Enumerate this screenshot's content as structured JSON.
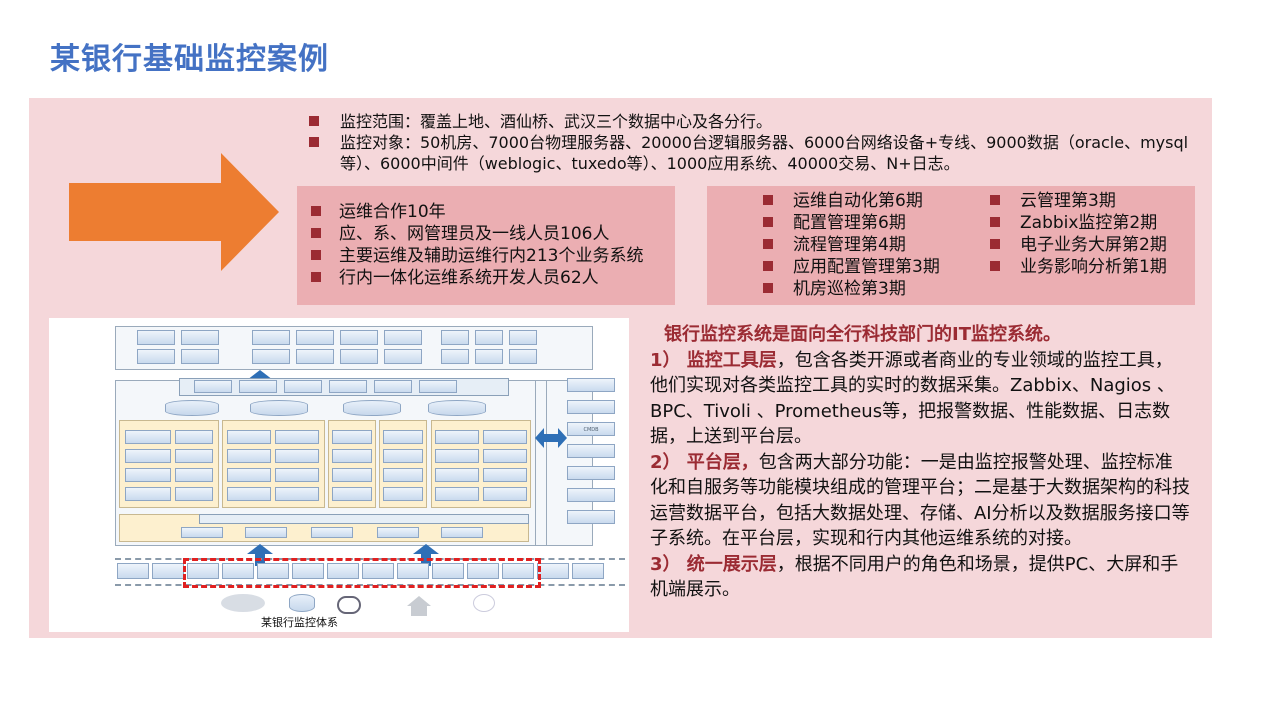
{
  "title": "某银行基础监控案例",
  "colors": {
    "title": "#4472c4",
    "panel_bg": "#f5d7da",
    "box_bg": "#ebaeb2",
    "arrow": "#ed7d31",
    "bullet": "#9b2b33",
    "highlight": "#9b2b33"
  },
  "top_list": [
    "监控范围：覆盖上地、酒仙桥、武汉三个数据中心及各分行。",
    "监控对象：50机房、7000台物理服务器、20000台逻辑服务器、6000台网络设备+专线、9000数据（oracle、mysql等）、6000中间件（weblogic、tuxedo等）、1000应用系统、40000交易、N+日志。"
  ],
  "box_left": [
    "运维合作10年",
    "应、系、网管理员及一线人员106人",
    "主要运维及辅助运维行内213个业务系统",
    "行内一体化运维系统开发人员62人"
  ],
  "box_right": {
    "col1": [
      "运维自动化第6期",
      "配置管理第6期",
      "流程管理第4期",
      "应用配置管理第3期",
      "机房巡检第3期"
    ],
    "col2": [
      "云管理第3期",
      "Zabbix监控第2期",
      "电子业务大屏第2期",
      "业务影响分析第1期"
    ]
  },
  "desc": {
    "lead": "银行监控系统是面向全行科技部门的IT监控系统。",
    "p1_head": "1） 监控工具层",
    "p1_body": "，包含各类开源或者商业的专业领域的监控工具，他们实现对各类监控工具的实时的数据采集。Zabbix、Nagios 、BPC、Tivoli 、Prometheus等，把报警数据、性能数据、日志数据，上送到平台层。",
    "p2_head": "2） 平台层，",
    "p2_body": "包含两大部分功能：一是由监控报警处理、监控标准化和自服务等功能模块组成的管理平台；二是基于大数据架构的科技运营数据平台，包括大数据处理、存储、AI分析以及数据服务接口等子系统。在平台层，实现和行内其他运维系统的对接。",
    "p3_head": "3） 统一展示层",
    "p3_body": "，根据不同用户的角色和场景，提供PC、大屏和手机端展示。"
  },
  "diagram": {
    "caption": "某银行监控体系",
    "right_items": [
      "",
      "",
      "CMDB",
      "",
      "",
      "",
      ""
    ]
  }
}
